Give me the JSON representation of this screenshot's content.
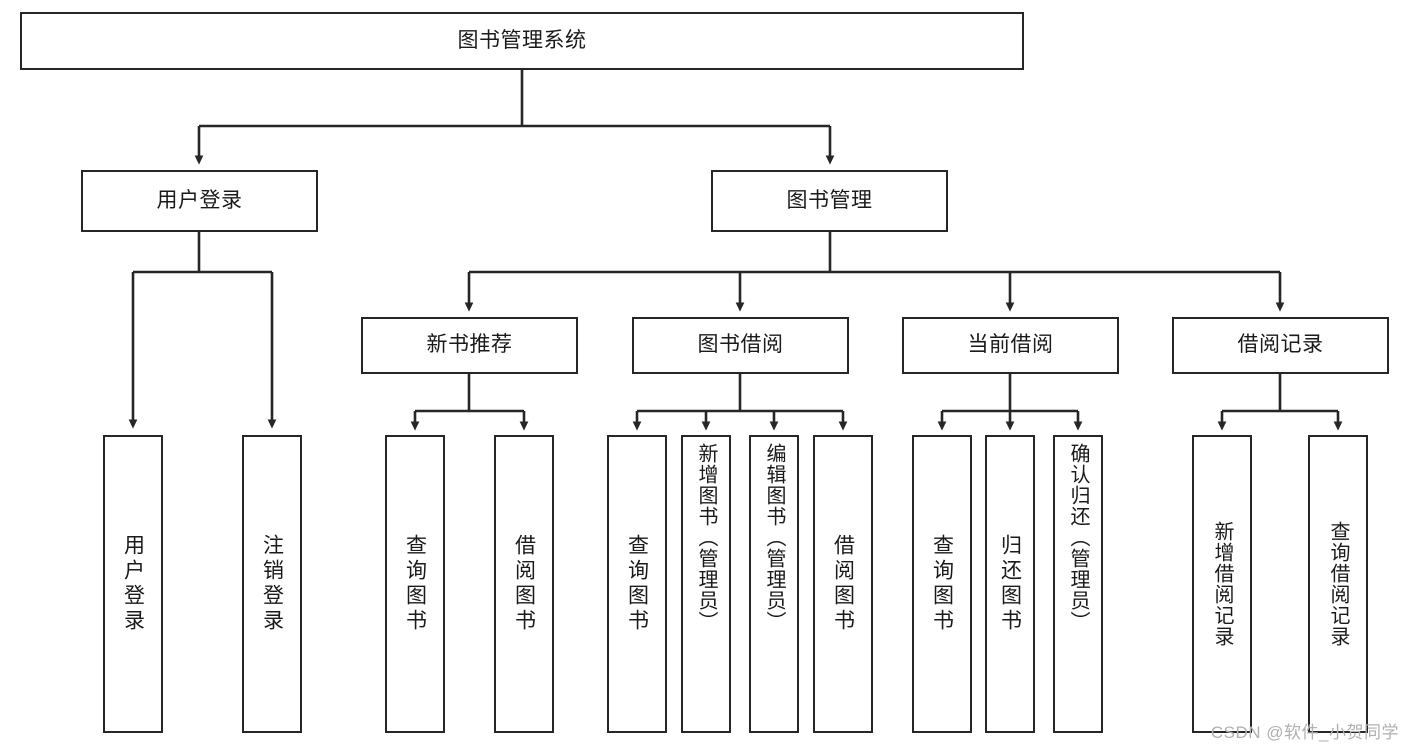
{
  "diagram": {
    "type": "hierarchy-tree",
    "title": "图书管理系统",
    "root": {
      "id": "root",
      "label": "图书管理系统"
    },
    "level2": [
      {
        "id": "user-login",
        "label": "用户登录"
      },
      {
        "id": "book-management",
        "label": "图书管理"
      }
    ],
    "level3": [
      {
        "id": "new-book-recommend",
        "label": "新书推荐",
        "parent": "book-management"
      },
      {
        "id": "book-borrow",
        "label": "图书借阅",
        "parent": "book-management"
      },
      {
        "id": "current-borrow",
        "label": "当前借阅",
        "parent": "book-management"
      },
      {
        "id": "borrow-record",
        "label": "借阅记录",
        "parent": "book-management"
      }
    ],
    "leaves": {
      "user_login": [
        {
          "id": "leaf-user-login",
          "label": "用户登录"
        },
        {
          "id": "leaf-logout",
          "label": "注销登录"
        }
      ],
      "new_book_recommend": [
        {
          "id": "leaf-query-book-1",
          "label": "查询图书"
        },
        {
          "id": "leaf-borrow-book-1",
          "label": "借阅图书"
        }
      ],
      "book_borrow": [
        {
          "id": "leaf-query-book-2",
          "label": "查询图书"
        },
        {
          "id": "leaf-add-book",
          "label": "新增图书（管理员）"
        },
        {
          "id": "leaf-edit-book",
          "label": "编辑图书（管理员）"
        },
        {
          "id": "leaf-borrow-book-2",
          "label": "借阅图书"
        }
      ],
      "current_borrow": [
        {
          "id": "leaf-query-book-3",
          "label": "查询图书"
        },
        {
          "id": "leaf-return-book",
          "label": "归还图书"
        },
        {
          "id": "leaf-confirm-return",
          "label": "确认归还（管理员）"
        }
      ],
      "borrow_record": [
        {
          "id": "leaf-add-record",
          "label": "新增借阅记录"
        },
        {
          "id": "leaf-query-record",
          "label": "查询借阅记录"
        }
      ]
    },
    "watermark": "CSDN @软件_小贺同学",
    "colors": {
      "stroke": "#262626",
      "text": "#1a1a1a",
      "background": "#ffffff",
      "watermark": "#b0b0b0"
    }
  }
}
